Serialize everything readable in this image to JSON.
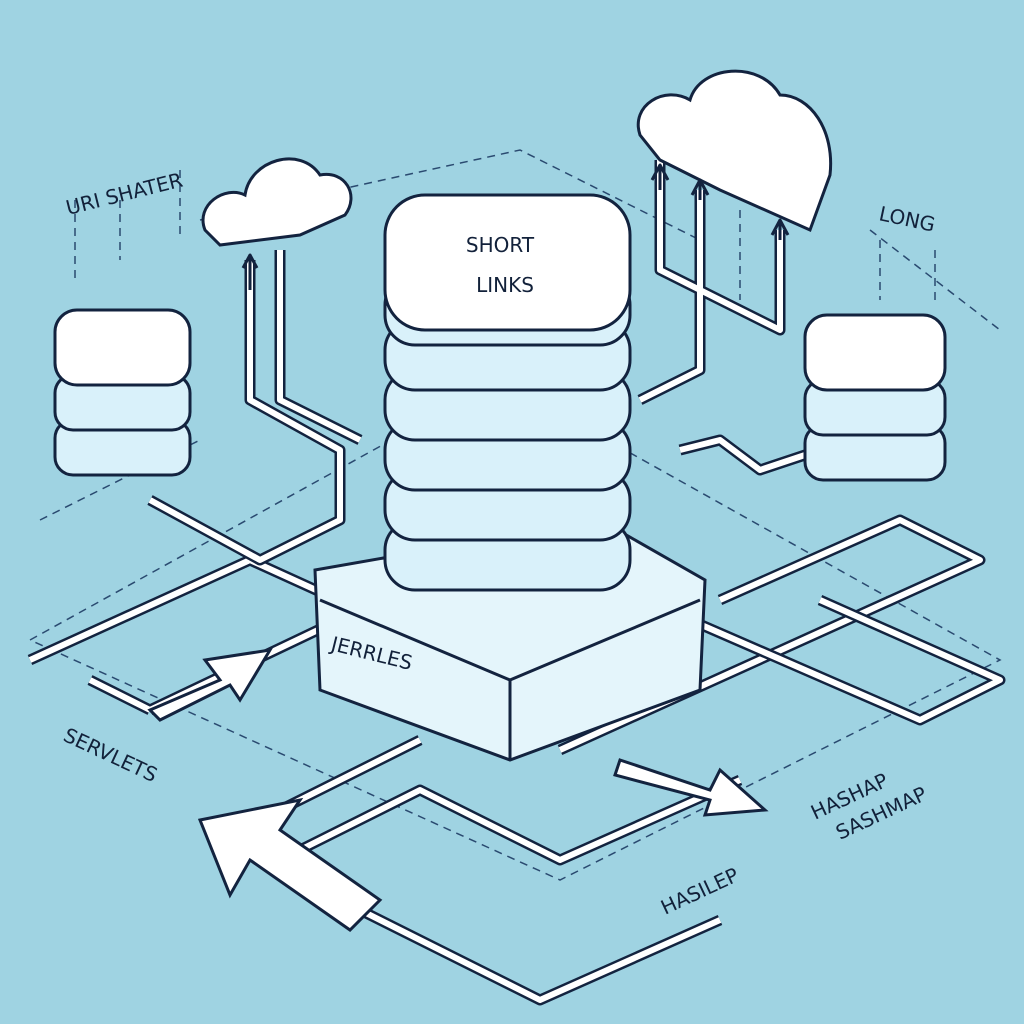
{
  "labels": {
    "top_left": "URI SHATER",
    "top_right": "LONG",
    "central_tower": [
      "SHORT",
      "LINKS"
    ],
    "base": "JERRLES",
    "left_bottom": "SERVLETS",
    "bottom_right": [
      "HASHAP",
      "SASHMAP"
    ],
    "bottom_center": "HASILEP"
  },
  "colors": {
    "background": "#9fd3e2",
    "ink": "#13233f",
    "disk": "#d9f1fa"
  }
}
